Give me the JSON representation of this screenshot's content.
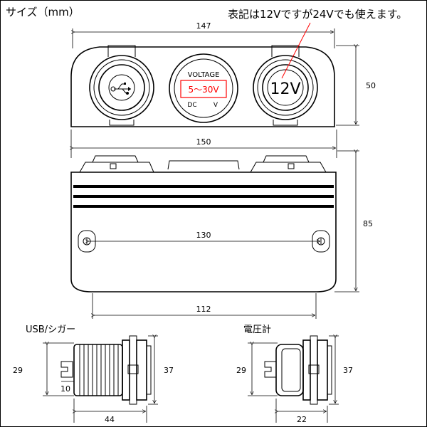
{
  "title": "サイズ（mm）",
  "note": "表記は12Vですが24Vでも使えます。",
  "top_view": {
    "width_label": "147",
    "height_label": "50",
    "voltmeter": {
      "title": "VOLTAGE",
      "range": "5～30V",
      "dc": "DC",
      "v": "V"
    },
    "socket_label": "12V",
    "accent_color": "#ff0000"
  },
  "front_view": {
    "width_label": "150",
    "height_label": "85",
    "hole_spacing_label": "130",
    "bottom_width_label": "112"
  },
  "usb_socket": {
    "title": "USB/シガー",
    "left_height": "29",
    "right_height": "37",
    "prong_label": "10",
    "length": "44"
  },
  "volt_meter_part": {
    "title": "電圧計",
    "left_height": "29",
    "right_height": "37",
    "length": "22"
  }
}
